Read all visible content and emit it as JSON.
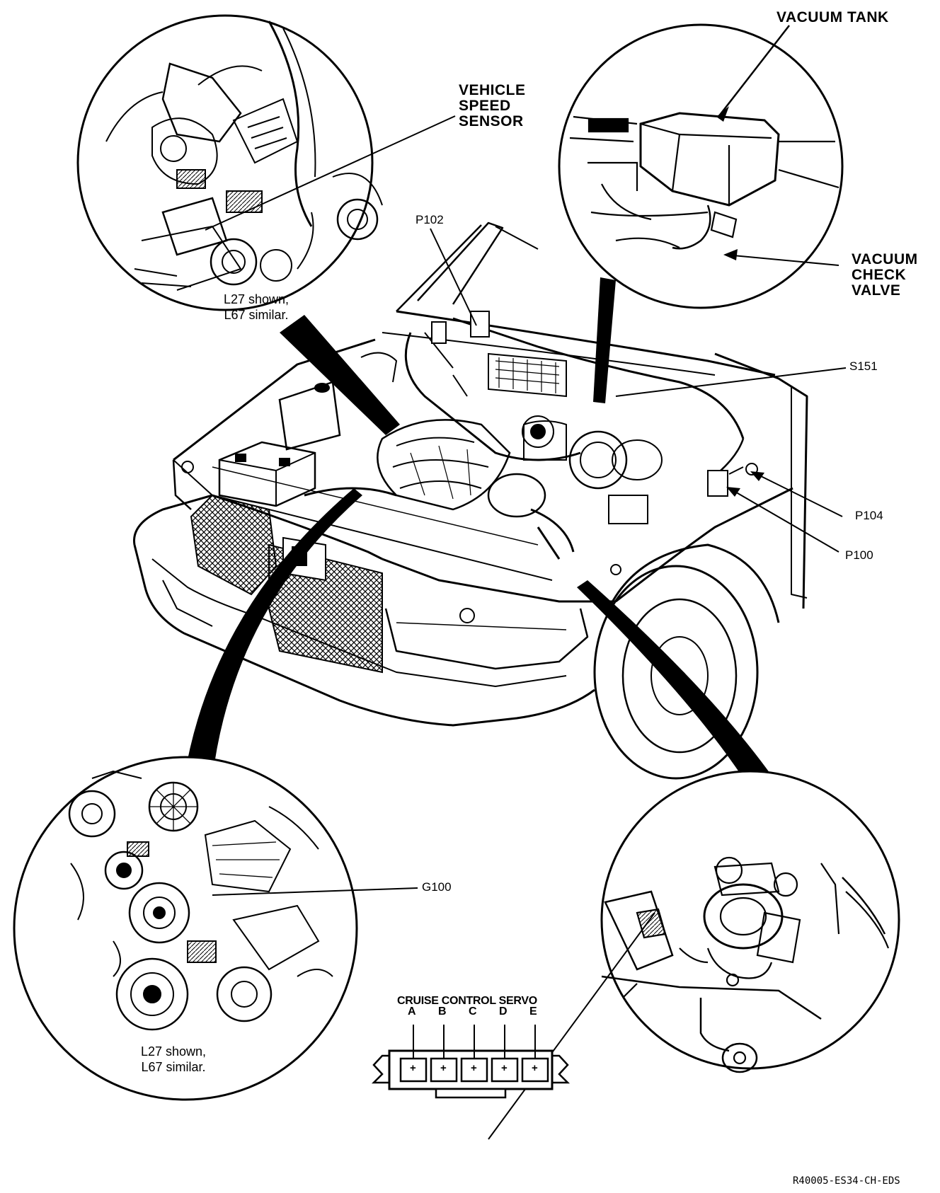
{
  "labels": {
    "vacuum_tank": "VACUUM TANK",
    "vehicle_speed_sensor": "VEHICLE\nSPEED\nSENSOR",
    "vacuum_check_valve": "VACUUM\nCHECK\nVALVE",
    "p102": "P102",
    "s151": "S151",
    "p104": "P104",
    "p100": "P100",
    "g100": "G100",
    "cruise_control_servo": "CRUISE CONTROL SERVO",
    "note_top_left": "L27 shown,\nL67 similar.",
    "note_bottom_left": "L27 shown,\nL67 similar.",
    "figure_ref": "R40005-ES34-CH-EDS"
  },
  "connector": {
    "pins": [
      "A",
      "B",
      "C",
      "D",
      "E"
    ],
    "terminal_symbol": "+"
  }
}
